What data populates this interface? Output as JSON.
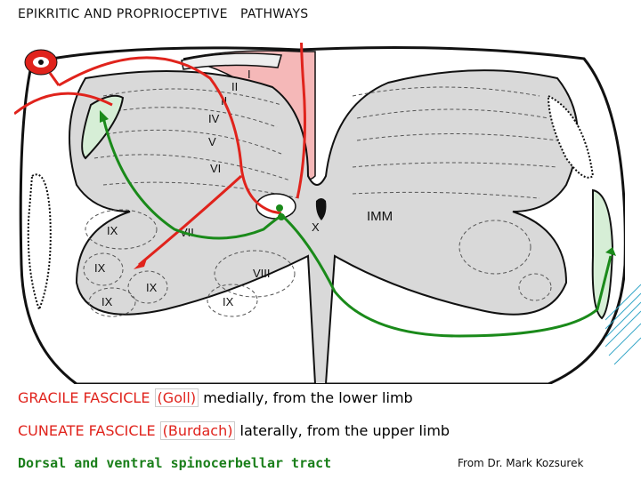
{
  "title": "EPIKRITIC AND PROPRIOCEPTIVE   PATHWAYS",
  "laminae": {
    "I": "I",
    "II_a": "II",
    "II_b": "II",
    "IV": "IV",
    "V": "V",
    "VI": "VI",
    "VII": "VII",
    "VIII": "VIII",
    "IX_1": "IX",
    "IX_2": "IX",
    "IX_3": "IX",
    "IX_4": "IX",
    "IX_5": "IX",
    "X": "X",
    "IMM": "IMM"
  },
  "captions": {
    "gracile_name": "GRACILE FASCICLE",
    "gracile_author": "(Goll)",
    "gracile_desc": " medially, from the lower limb",
    "cuneate_name": "CUNEATE FASCICLE",
    "cuneate_author": "(Burdach)",
    "cuneate_desc": " laterally, from the upper limb",
    "spinocerebellar": "Dorsal and ventral spinocerbellar tract",
    "credit": "From Dr. Mark Kozsurek"
  },
  "colors": {
    "red_pathway": "#e0231c",
    "green_pathway": "#1a8a1a",
    "gray_matter": "#d9d9d9",
    "tract_pink": "#f5b8b8",
    "tract_green": "#d6eed6",
    "deco_lines": "#38a8c8"
  },
  "icons": {
    "receptor": "eye-receptor-icon"
  }
}
